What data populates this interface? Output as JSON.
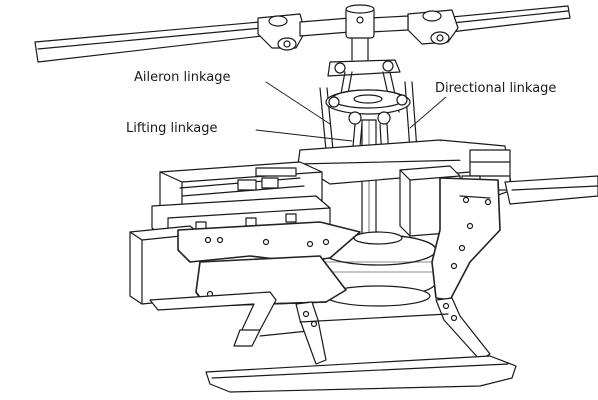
{
  "callouts": {
    "aileron": "Aileron linkage",
    "lifting": "Lifting linkage",
    "directional": "Directional linkage"
  },
  "style": {
    "line_color": "#1a1a1a",
    "background": "#ffffff",
    "frame_color": "#222222"
  }
}
